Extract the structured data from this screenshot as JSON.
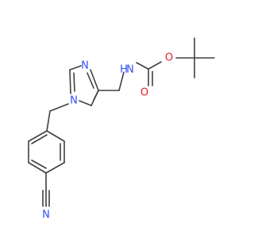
{
  "molecule": {
    "atoms": {
      "o_ether": "O",
      "o_carbonyl": "O",
      "n_amide": "N",
      "h_amide": "H",
      "n_imidazole_3": "N",
      "n_imidazole_1": "N",
      "n_nitrile": "N"
    },
    "colors": {
      "carbon_bond": "#404040",
      "nitrogen": "#3050f8",
      "oxygen": "#e0202a"
    }
  }
}
